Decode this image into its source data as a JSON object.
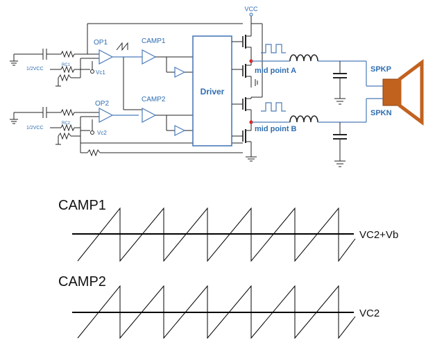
{
  "schematic": {
    "vcc": "VCC",
    "op1": "OP1",
    "op2": "OP2",
    "camp1": "CAMP1",
    "camp2": "CAMP2",
    "driver": "Driver",
    "mid_a": "mid point A",
    "mid_b": "mid point B",
    "spkp": "SPKP",
    "spkn": "SPKN",
    "half_vcc_1": "1/2VCC",
    "half_vcc_2": "1/2VCC",
    "rc1": "RC1",
    "rc2": "RC2",
    "vc1": "Vc1",
    "vc2": "Vc2",
    "colors": {
      "accent": "#2e6db0",
      "speaker": "#c2621f",
      "node": "#e02020"
    }
  },
  "waveforms": {
    "camp1_title": "CAMP1",
    "camp1_ref": "VC2+Vb",
    "camp2_title": "CAMP2",
    "camp2_ref": "VC2"
  }
}
